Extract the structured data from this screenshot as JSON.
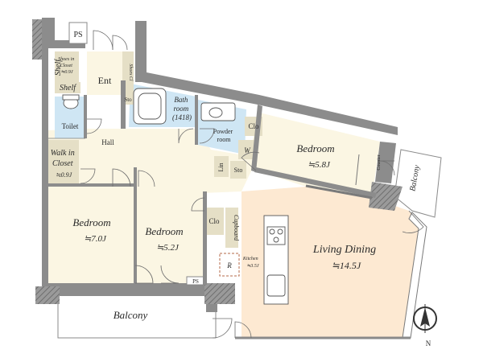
{
  "rooms": {
    "ps_top": "PS",
    "shoes_in_closet": [
      "Shoes in",
      "Closet",
      "≒0.9J"
    ],
    "shelf_vertical": "Shelf",
    "shelf": "Shelf",
    "shoes_cl": "Shoes Cl",
    "ent": "Ent",
    "sto_ent": "Sto",
    "bath": [
      "Bath",
      "room",
      "(1418)"
    ],
    "powder": [
      "Powder",
      "room"
    ],
    "toilet": "Toilet",
    "hall": "Hall",
    "walk_in_closet": [
      "Walk in",
      "Closet",
      "≒0.9J"
    ],
    "clo_bath": "Clo",
    "w": "W",
    "lin": "Lin",
    "sto_lin": "Sto",
    "bedroom_ne": [
      "Bedroom",
      "≒5.8J"
    ],
    "counter": "Counter",
    "balcony_east": "Balcony",
    "bedroom_w": [
      "Bedroom",
      "≒7.0J"
    ],
    "bedroom_c": [
      "Bedroom",
      "≒5.2J"
    ],
    "clo_bed": "Clo",
    "cupboard": "Cupboard",
    "r": "R",
    "kitchen": [
      "Kitchen",
      "≒3.5J"
    ],
    "living": [
      "Living Dining",
      "≒14.5J"
    ],
    "ps_bottom": "PS",
    "balcony_south": "Balcony",
    "north": "N"
  },
  "colors": {
    "floor_bedroom": "#fbf6e3",
    "floor_living": "#fde9d2",
    "floor_bath": "#cfe6f4",
    "floor_closet": "#e5dfc6",
    "wall": "#8c8c8c"
  }
}
